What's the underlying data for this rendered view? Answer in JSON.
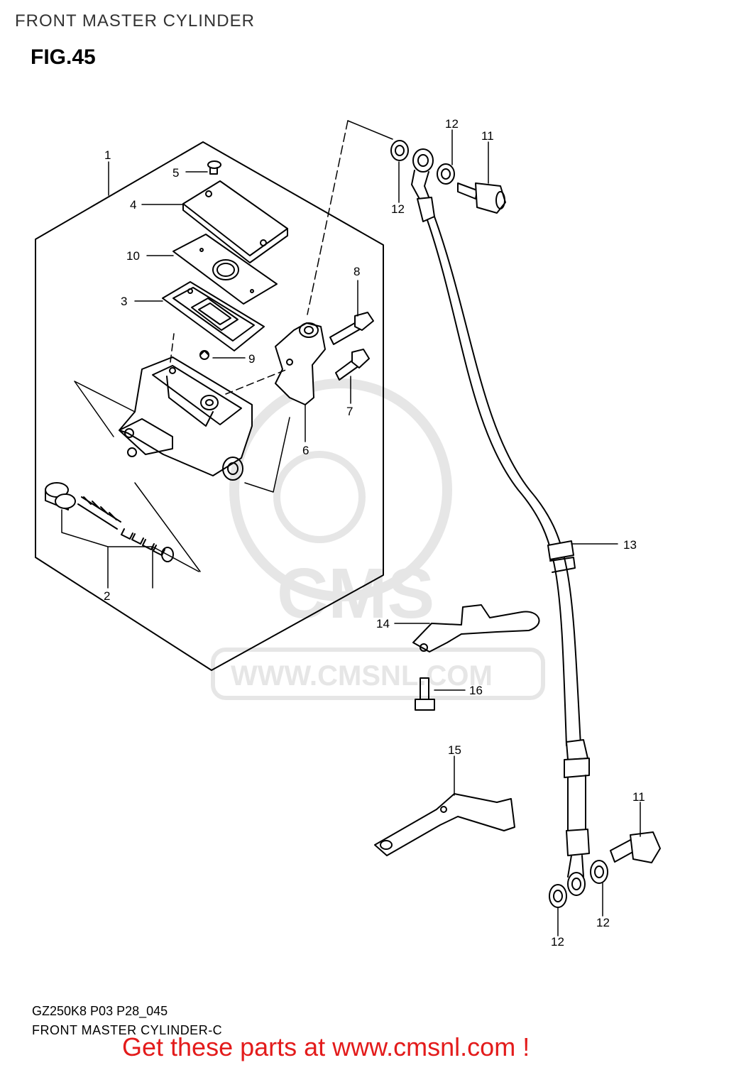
{
  "header": {
    "title": "FRONT MASTER CYLINDER",
    "figure": "FIG.45"
  },
  "watermark": {
    "logo_text": "CMS",
    "url_text": "WWW.CMSNL.COM"
  },
  "callouts": [
    {
      "id": "c1",
      "label": "1"
    },
    {
      "id": "c2",
      "label": "2"
    },
    {
      "id": "c3",
      "label": "3"
    },
    {
      "id": "c4",
      "label": "4"
    },
    {
      "id": "c5",
      "label": "5"
    },
    {
      "id": "c6",
      "label": "6"
    },
    {
      "id": "c7",
      "label": "7"
    },
    {
      "id": "c8",
      "label": "8"
    },
    {
      "id": "c9",
      "label": "9"
    },
    {
      "id": "c10",
      "label": "10"
    },
    {
      "id": "c11a",
      "label": "11"
    },
    {
      "id": "c11b",
      "label": "11"
    },
    {
      "id": "c12a",
      "label": "12"
    },
    {
      "id": "c12b",
      "label": "12"
    },
    {
      "id": "c12c",
      "label": "12"
    },
    {
      "id": "c12d",
      "label": "12"
    },
    {
      "id": "c13",
      "label": "13"
    },
    {
      "id": "c14",
      "label": "14"
    },
    {
      "id": "c15",
      "label": "15"
    },
    {
      "id": "c16",
      "label": "16"
    }
  ],
  "footer": {
    "code": "GZ250K8 P03 P28_045",
    "caption": "FRONT MASTER CYLINDER-C",
    "promo": "Get these parts at www.cmsnl.com !"
  },
  "colors": {
    "promo": "#e31b1b",
    "line": "#000000",
    "watermark": "#e6e6e6"
  }
}
